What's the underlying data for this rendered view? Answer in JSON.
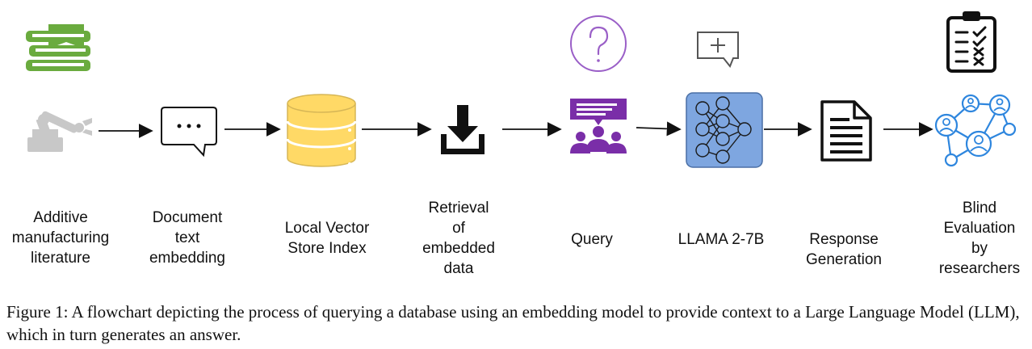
{
  "steps": [
    {
      "id": "literature",
      "label": "Additive\nmanufacturing\nliterature",
      "icons": [
        "books-icon",
        "robot-arm-icon"
      ]
    },
    {
      "id": "embedding",
      "label": "Document\ntext\nembedding",
      "icons": [
        "chat-bubble-icon"
      ]
    },
    {
      "id": "vector-store",
      "label": "Local Vector\nStore Index",
      "icons": [
        "database-icon"
      ]
    },
    {
      "id": "retrieval",
      "label": "Retrieval\nof\nembedded\ndata",
      "icons": [
        "download-icon"
      ]
    },
    {
      "id": "query",
      "label": "Query",
      "icons": [
        "question-icon",
        "audience-icon"
      ]
    },
    {
      "id": "llama",
      "label": "LLAMA 2-7B",
      "icons": [
        "add-comment-icon",
        "neural-network-icon"
      ]
    },
    {
      "id": "response",
      "label": "Response\nGeneration",
      "icons": [
        "document-icon"
      ]
    },
    {
      "id": "evaluation",
      "label": "Blind\nEvaluation\nby\nresearchers",
      "icons": [
        "clipboard-checklist-icon",
        "people-network-icon"
      ]
    }
  ],
  "caption": "Figure 1: A flowchart depicting the process of querying a database using an embedding model to provide context to a Large Language Model (LLM), which in turn generates an answer.",
  "colors": {
    "books": "#6aab3e",
    "robot": "#c8c8c8",
    "database_fill": "#ffd966",
    "database_stroke": "#d6b656",
    "question": "#9a5fc7",
    "audience": "#7a2ea8",
    "network_fill": "#7ea6e0",
    "network_stroke": "#4a6fa5",
    "people": "#2e86de",
    "ink": "#111111"
  }
}
